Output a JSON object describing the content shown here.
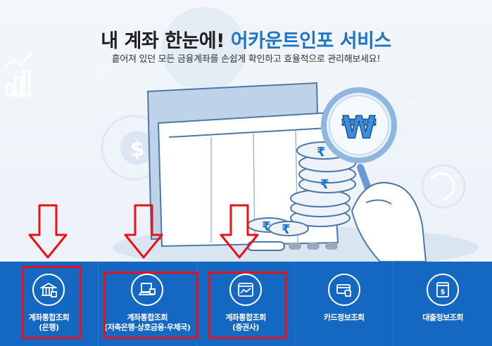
{
  "hero": {
    "title_part1": "내 계좌 한눈에! ",
    "title_part2": "어카운트인포 서비스",
    "subtitle": "흩어져 있던 모든 금융계좌를 손쉽게 확인하고 효율적으로 관리해보세요!"
  },
  "menu": [
    {
      "line1": "계좌통합조회",
      "line2": "(은행)",
      "icon": "bank-icon"
    },
    {
      "line1": "계좌통합조회",
      "line2": "(저축은행·상호금융·우체국)",
      "icon": "computer-icon"
    },
    {
      "line1": "계좌통합조회",
      "line2": "(증권사)",
      "icon": "stock-chart-icon"
    },
    {
      "line1": "카드정보조회",
      "line2": "",
      "icon": "card-icon"
    },
    {
      "line1": "대출정보조회",
      "line2": "",
      "icon": "loan-document-icon"
    }
  ],
  "colors": {
    "accent": "#1e74c8",
    "menu_bg": "#1468c2",
    "highlight": "#e8111a"
  }
}
